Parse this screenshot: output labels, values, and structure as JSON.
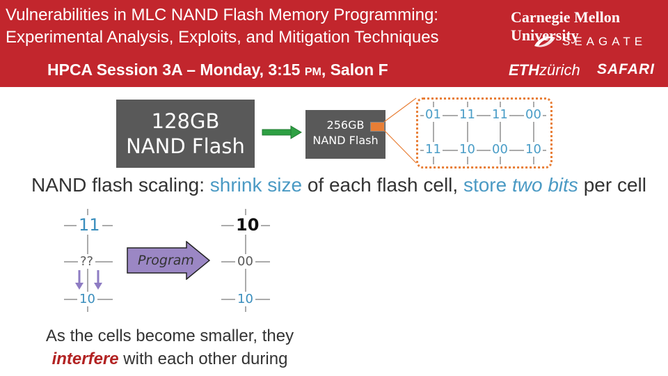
{
  "header": {
    "title_line1": "Vulnerabilities in MLC NAND Flash Memory Programming:",
    "title_line2": "Experimental Analysis, Exploits, and Mitigation Techniques",
    "session_prefix": "HPCA Session 3A – Monday, 3:15",
    "session_pm": "PM",
    "session_suffix": ", Salon F",
    "logos": {
      "cmu": "Carnegie Mellon University",
      "seagate": "SEAGATE",
      "eth_bold": "ETH",
      "eth_light": "zürich",
      "safari": "SAFARI"
    },
    "color": "#c2262d"
  },
  "chips": {
    "large_line1": "128GB",
    "large_line2": "NAND Flash",
    "small_line1": "256GB",
    "small_line2": "NAND Flash",
    "chip_color": "#595959",
    "cell_color": "#e87e35",
    "arrow_color": "#2ea043"
  },
  "cell_grid": {
    "row1": [
      "01",
      "11",
      "11",
      "00"
    ],
    "row2": [
      "11",
      "10",
      "00",
      "10"
    ],
    "value_color": "#4a9dc7"
  },
  "scaling_text": {
    "part1": "NAND flash scaling: ",
    "part2": "shrink size",
    "part3": " of each flash cell, ",
    "part4": "store ",
    "part5": "two bits",
    "part6": " per cell"
  },
  "program_diagram": {
    "left_top": "11",
    "right_top": "10",
    "left_mid": "??",
    "right_mid": "00",
    "left_bottom": "10",
    "right_bottom": "10",
    "program_label": "Program",
    "arrow_color": "#9b87c4"
  },
  "bottom_text": {
    "line1": "As the cells become smaller, they",
    "interfere": "interfere",
    "line2_rest": " with each other during"
  }
}
